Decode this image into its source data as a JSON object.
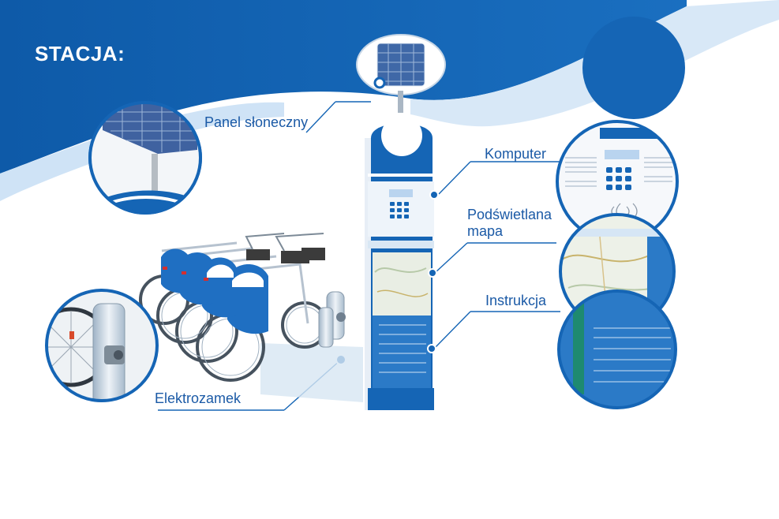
{
  "title": "STACJA:",
  "labels": {
    "elektrozamek": "Elektrozamek",
    "panel": "Panel słoneczny",
    "komputer": "Komputer",
    "podswietlana_line1": "Podświetlana",
    "podswietlana_line2": "mapa",
    "instrukcja": "Instrukcja"
  },
  "colors": {
    "brand_blue": "#1565b5",
    "label_blue": "#1b5aa6",
    "light_blue": "#cfe3f6"
  }
}
